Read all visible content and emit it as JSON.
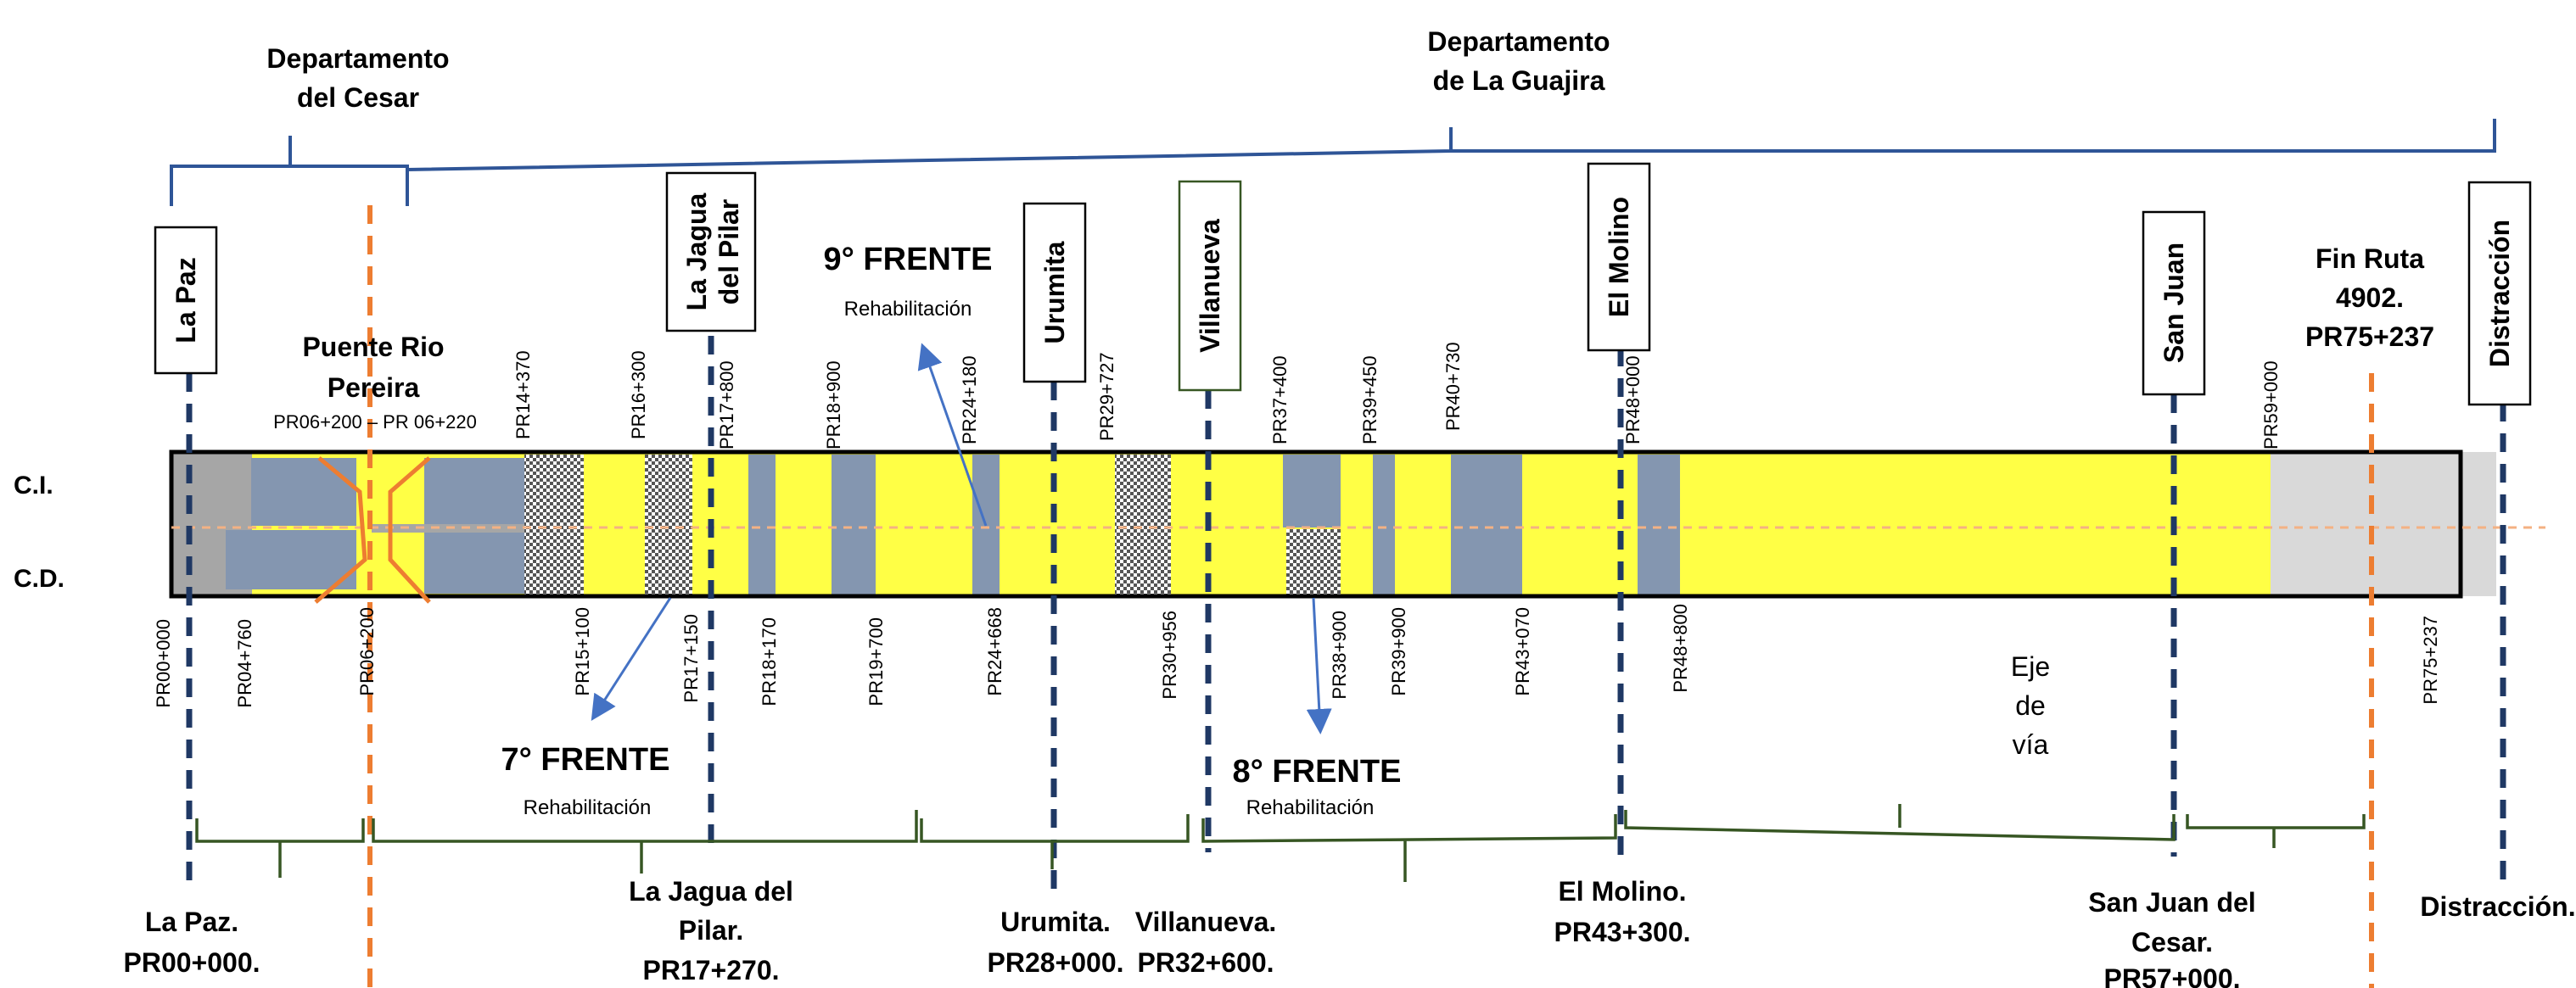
{
  "departments": [
    {
      "id": "cesar",
      "line1": "Departamento",
      "line2": "del Cesar"
    },
    {
      "id": "guajira",
      "line1": "Departamento",
      "line2": "de La Guajira"
    }
  ],
  "towns": [
    {
      "id": "la-paz",
      "lines": [
        "La Paz"
      ]
    },
    {
      "id": "la-jagua",
      "lines": [
        "La Jagua",
        "del Pilar"
      ]
    },
    {
      "id": "urumita",
      "lines": [
        "Urumita"
      ]
    },
    {
      "id": "villanueva",
      "lines": [
        "Villanueva"
      ]
    },
    {
      "id": "el-molino",
      "lines": [
        "El Molino"
      ]
    },
    {
      "id": "san-juan",
      "lines": [
        "San Juan"
      ]
    },
    {
      "id": "distraccion",
      "lines": [
        "Distracción"
      ]
    }
  ],
  "lane_labels": {
    "ci": "C.I.",
    "cd": "C.D."
  },
  "bridge": {
    "line1": "Puente Rio",
    "line2": "Pereira",
    "pr": "PR06+200 – PR 06+220"
  },
  "fin_ruta": {
    "line1": "Fin Ruta",
    "line2": "4902.",
    "line3": "PR75+237"
  },
  "frentes": [
    {
      "id": "frente-7",
      "title": "7° FRENTE",
      "subtitle": "Rehabilitación"
    },
    {
      "id": "frente-8",
      "title": "8° FRENTE",
      "subtitle": "Rehabilitación"
    },
    {
      "id": "frente-9",
      "title": "9° FRENTE",
      "subtitle": "Rehabilitación"
    }
  ],
  "top_pr_labels": [
    "PR14+370",
    "PR16+300",
    "PR17+800",
    "PR18+900",
    "PR24+180",
    "PR29+727",
    "PR37+400",
    "PR39+450",
    "PR40+730",
    "PR48+000",
    "PR59+000"
  ],
  "bottom_pr_labels": [
    "PR00+000",
    "PR04+760",
    "PR06+200",
    "PR15+100",
    "PR17+150",
    "PR18+170",
    "PR19+700",
    "PR24+668",
    "PR30+956",
    "PR38+900",
    "PR39+900",
    "PR43+070",
    "PR48+800",
    "PR75+237"
  ],
  "axis_label": [
    "Eje",
    "de",
    "vía"
  ],
  "bottom_places": [
    {
      "id": "la-paz",
      "lines": [
        "La Paz.",
        "PR00+000."
      ]
    },
    {
      "id": "la-jagua",
      "lines": [
        "La Jagua del",
        "Pilar.",
        "PR17+270."
      ]
    },
    {
      "id": "urumita",
      "lines": [
        "Urumita.",
        "PR28+000."
      ]
    },
    {
      "id": "villanueva",
      "lines": [
        "Villanueva.",
        "PR32+600."
      ]
    },
    {
      "id": "el-molino",
      "lines": [
        "El Molino.",
        "PR43+300."
      ]
    },
    {
      "id": "san-juan",
      "lines": [
        "San Juan del",
        "Cesar.",
        "PR57+000."
      ]
    },
    {
      "id": "distraccion",
      "lines": [
        "Distracción."
      ]
    }
  ],
  "colors": {
    "road_yellow": "#ffff45",
    "rehab_blue": "#8496b0",
    "road_border": "#000000",
    "dark_gray": "#a6a6a6",
    "light_gray": "#d9d9d9",
    "town_line": "#1f3864",
    "limit_line": "#ed7d31",
    "bracket_top": "#2f5597",
    "bracket_bottom": "#375623",
    "arrow": "#4472c4"
  }
}
